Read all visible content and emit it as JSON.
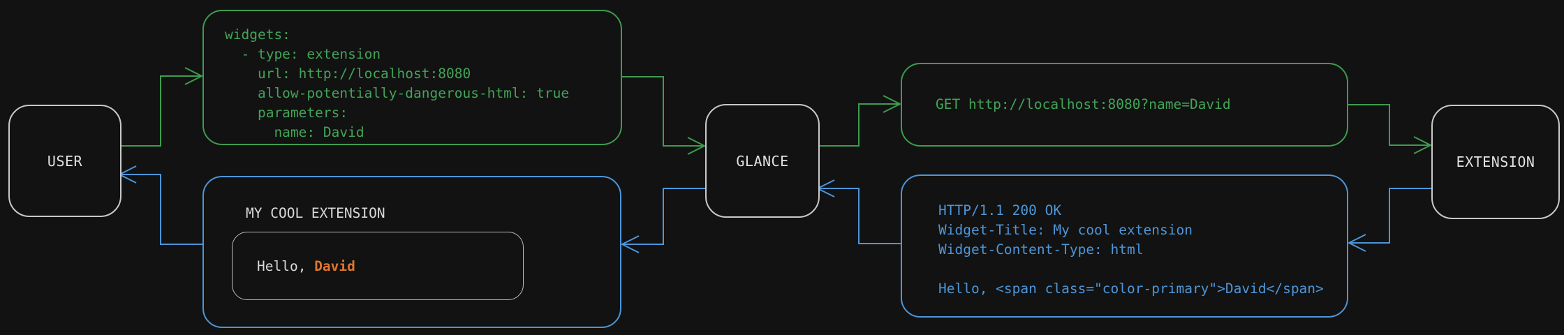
{
  "diagram": {
    "background_color": "#121212",
    "colors": {
      "request_flow_green": "#3d9c4f",
      "response_flow_blue": "#4d96d9",
      "highlight_orange": "#e0762e",
      "node_border_gray": "#c9c9c9",
      "label_text": "#e2e2e2"
    },
    "nodes": {
      "user": {
        "label": "USER"
      },
      "glance": {
        "label": "GLANCE"
      },
      "extension": {
        "label": "EXTENSION"
      }
    },
    "boxes": {
      "config": {
        "code": "widgets:\n  - type: extension\n    url: http://localhost:8080\n    allow-potentially-dangerous-html: true\n    parameters:\n      name: David"
      },
      "request": {
        "code": "GET http://localhost:8080?name=David"
      },
      "response": {
        "code": "HTTP/1.1 200 OK\nWidget-Title: My cool extension\nWidget-Content-Type: html\n\nHello, <span class=\"color-primary\">David</span>"
      },
      "widget": {
        "title": "MY COOL EXTENSION",
        "greeting_prefix": "Hello, ",
        "greeting_name": "David"
      }
    },
    "edges": [
      {
        "id": "user-to-config",
        "color": "green"
      },
      {
        "id": "config-to-glance",
        "color": "green"
      },
      {
        "id": "glance-to-request",
        "color": "green"
      },
      {
        "id": "request-to-extension",
        "color": "green"
      },
      {
        "id": "extension-to-response",
        "color": "blue"
      },
      {
        "id": "response-to-glance",
        "color": "blue"
      },
      {
        "id": "glance-to-widget",
        "color": "blue"
      },
      {
        "id": "widget-to-user",
        "color": "blue"
      }
    ]
  }
}
